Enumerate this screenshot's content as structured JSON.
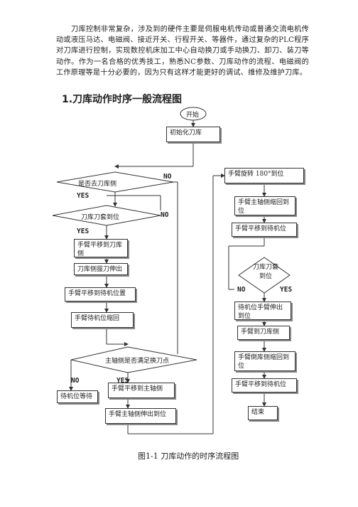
{
  "intro": "刀库控制非常复杂，涉及到的硬件主要是伺服电机传动或普通交流电机传动或液压马达、电磁阀、接近开关、行程开关、等器件，通过复杂的PLC程序对刀库进行控制，实现数控机床加工中心自动换刀或手动换刀、卸刀、装刀等动作。作为一名合格的优秀技工，熟悉NC参数、刀库动作的流程、电磁阀的工作原理等是十分必要的，因为只有这样才能更好的调试、维修及维护刀库。",
  "heading": "1.刀库动作时序一般流程图",
  "flow": {
    "start": "开始",
    "init": "初始化刀库",
    "d1": "是否去刀库侧",
    "d2": "刀库刀套到位",
    "move_mag": "手臂平移到刀库侧",
    "pull": "刀库侧拔刀伸出",
    "to_wait": "手臂平移到待机位置",
    "retract_wait": "手臂待机位缩回",
    "d3": "主轴侧是否满足换刀点",
    "wait": "待机位等待",
    "to_spindle": "手臂平移到主轴侧",
    "extend_spindle": "手臂主轴侧伸出到位",
    "rotate": "手臂旋转 180°到位",
    "retract_spindle": "手臂主轴侧缩回到位",
    "to_wait2": "手臂平移到待机位",
    "d4": "刀库刀套到位",
    "extend_wait": "待机位手臂伸出到位",
    "to_mag": "手臂到刀库侧",
    "retract_mag": "手臂倒库侧缩回到位",
    "to_wait3": "手臂平移到待机位",
    "end": "结束",
    "yes": "YES",
    "no": "NO"
  },
  "caption": "图1-1 刀库动作的时序流程图"
}
